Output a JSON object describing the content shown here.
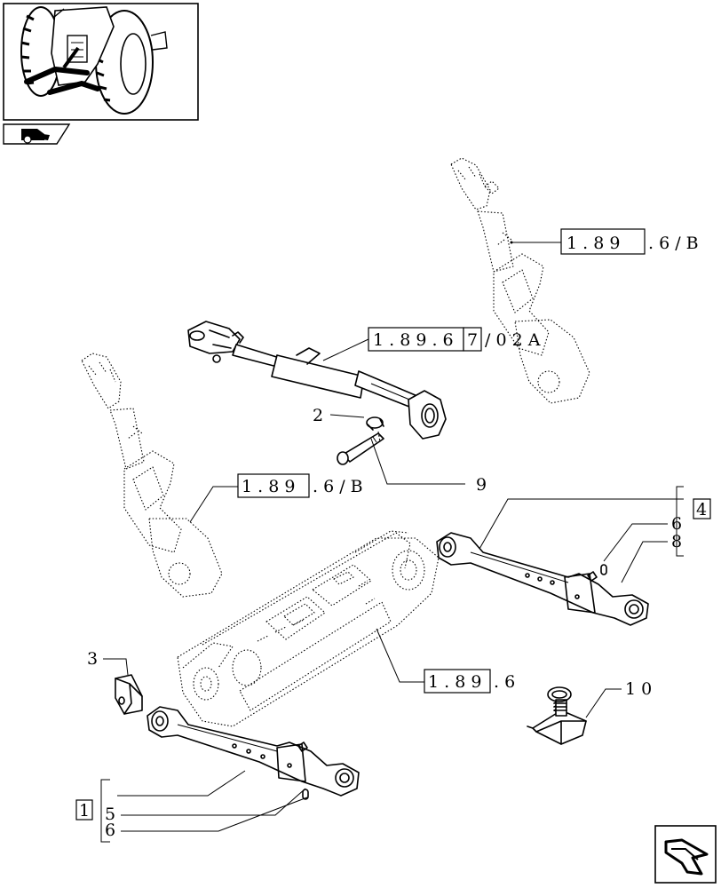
{
  "thumbnail": {
    "icon": "tractor-rear-linkage-thumbnail"
  },
  "labels": {
    "ref_top_right": {
      "boxed": "1 . 8 9",
      "rest": ". 6 / B"
    },
    "ref_third_point": {
      "boxed1": "1 . 8 9 . 6",
      "boxed2": "7",
      "rest": "/ 0 2 A"
    },
    "ref_left_link": {
      "boxed": "1 . 8 9",
      "rest": ". 6 / B"
    },
    "ref_center_bracket": {
      "boxed": "1 . 8 9",
      "rest": ". 6"
    },
    "callout_2": "2",
    "callout_9": "9",
    "callout_3": "3",
    "callout_10": "1 0",
    "group_4": {
      "box": "4",
      "items": [
        "6",
        "8"
      ]
    },
    "group_1": {
      "box": "1",
      "items": [
        "5",
        "6"
      ]
    }
  },
  "nav": {
    "prev_icon": "page-back-icon",
    "next_icon": "page-forward-icon"
  }
}
